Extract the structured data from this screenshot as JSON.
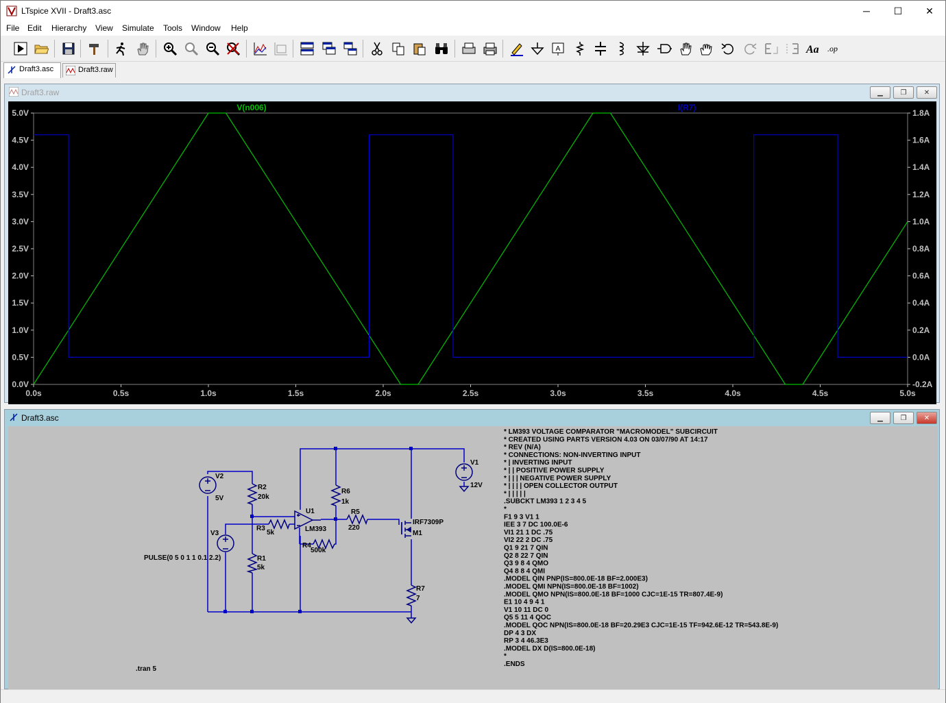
{
  "window": {
    "title": "LTspice XVII - Draft3.asc",
    "controls": [
      "─",
      "☐",
      "✕"
    ]
  },
  "menu": [
    "File",
    "Edit",
    "Hierarchy",
    "View",
    "Simulate",
    "Tools",
    "Window",
    "Help"
  ],
  "toolbar": {
    "buttons": [
      "run",
      "open",
      "save",
      "control-panel",
      "halt",
      "pan",
      "zoom-in",
      "zoom-out-full",
      "zoom-out",
      "cancel-zoom",
      "autorange",
      "plot-settings",
      "tile-horizontal",
      "cascade",
      "tile-vertical",
      "cut",
      "copy",
      "paste",
      "find",
      "print-preview",
      "print",
      "draw-wire",
      "ground",
      "label-net",
      "resistor",
      "capacitor",
      "inductor",
      "diode",
      "component",
      "move",
      "drag",
      "undo",
      "redo",
      "rotate",
      "mirror",
      "text",
      "spice-directive"
    ]
  },
  "tabs": [
    {
      "label": "Draft3.asc",
      "active": true
    },
    {
      "label": "Draft3.raw",
      "active": false
    }
  ],
  "waveform_window": {
    "title": "Draft3.raw",
    "colors": {
      "background": "#000000",
      "grid": "#808080",
      "trace_voltage": "#00c000",
      "trace_current": "#0000c8",
      "tick_text": "#c0c0c0"
    }
  },
  "schematic_window": {
    "title": "Draft3.asc",
    "colors": {
      "background": "#c0c0c0",
      "wire": "#0000c8",
      "component": "#000080",
      "text": "#000000"
    },
    "labels": {
      "V2": "V2",
      "V2_val": "5V",
      "R2": "R2",
      "R2_val": "20k",
      "V3": "V3",
      "V3_val": "PULSE(0 5 0 1 1 0.1 2.2)",
      "R3": "R3",
      "R3_val": "5k",
      "R1": "R1",
      "R1_val": "5k",
      "U1": "U1",
      "U1_val": "LM393",
      "R4": "R4",
      "R4_val": "500k",
      "R6": "R6",
      "R6_val": "1k",
      "R5": "R5",
      "R5_val": "220",
      "M1": "M1",
      "M1_val": "IRF7309P",
      "V1": "V1",
      "V1_val": "12V",
      "R7": "R7",
      "R7_val": "7",
      "tran": ".tran 5"
    },
    "netlist": [
      "* LM393 VOLTAGE COMPARATOR \"MACROMODEL\" SUBCIRCUIT",
      "* CREATED USING PARTS VERSION 4.03 ON 03/07/90 AT 14:17",
      "* REV (N/A)",
      "* CONNECTIONS:   NON-INVERTING INPUT",
      "*             | INVERTING INPUT",
      "*             | | POSITIVE POWER SUPPLY",
      "*             | | | NEGATIVE POWER SUPPLY",
      "*             | | | | OPEN COLLECTOR OUTPUT",
      "*             | | | | |",
      ".SUBCKT LM393   1 2 3 4 5",
      "*",
      "  F1   9  3 V1 1",
      "  IEE  3  7 DC 100.0E-6",
      "  VI1  21  1 DC .75",
      "  VI2  22  2 DC .75",
      "  Q1   9 21  7 QIN",
      "  Q2   8 22  7 QIN",
      "  Q3   9  8  4 QMO",
      "  Q4   8  8  4 QMI",
      ".MODEL QIN PNP(IS=800.0E-18 BF=2.000E3)",
      ".MODEL QMI NPN(IS=800.0E-18 BF=1002)",
      ".MODEL QMO NPN(IS=800.0E-18 BF=1000 CJC=1E-15 TR=807.4E-9)",
      "  E1   10  4  9  4  1",
      "  V1   10 11 DC 0",
      "  Q5   5 11  4 QOC",
      ".MODEL QOC NPN(IS=800.0E-18 BF=20.29E3 CJC=1E-15 TF=942.6E-12 TR=543.8E-9)",
      "  DP   4  3 DX",
      "  RP  3  4 46.3E3",
      ".MODEL DX  D(IS=800.0E-18)",
      "*",
      ".ENDS"
    ]
  },
  "chart_data": {
    "type": "line",
    "title": "",
    "xlabel": "",
    "ylabel": "",
    "x_ticks": [
      "0.0s",
      "0.5s",
      "1.0s",
      "1.5s",
      "2.0s",
      "2.5s",
      "3.0s",
      "3.5s",
      "4.0s",
      "4.5s",
      "5.0s"
    ],
    "xlim": [
      0,
      5
    ],
    "y_left_ticks": [
      "0.0V",
      "0.5V",
      "1.0V",
      "1.5V",
      "2.0V",
      "2.5V",
      "3.0V",
      "3.5V",
      "4.0V",
      "4.5V",
      "5.0V"
    ],
    "ylim_left": [
      0,
      5
    ],
    "y_right_ticks": [
      "-0.2A",
      "0.0A",
      "0.2A",
      "0.4A",
      "0.6A",
      "0.8A",
      "1.0A",
      "1.2A",
      "1.4A",
      "1.6A",
      "1.8A"
    ],
    "ylim_right": [
      -0.2,
      1.8
    ],
    "grid": false,
    "series": [
      {
        "name": "V(n006)",
        "axis": "left",
        "color": "#00c000",
        "x": [
          0,
          1.0,
          1.1,
          2.1,
          2.2,
          3.2,
          3.3,
          4.3,
          4.4,
          5.0
        ],
        "y": [
          0,
          5,
          5,
          0,
          0,
          5,
          5,
          0,
          0,
          3.0
        ]
      },
      {
        "name": "I(R7)",
        "axis": "right",
        "color": "#0000c8",
        "x": [
          0,
          0.2,
          0.2,
          1.92,
          1.92,
          2.4,
          2.4,
          4.12,
          4.12,
          4.6,
          4.6,
          5.0
        ],
        "y": [
          1.64,
          1.64,
          0.0,
          0.0,
          1.64,
          1.64,
          0.0,
          0.0,
          1.64,
          1.64,
          0.0,
          0.0
        ]
      }
    ]
  }
}
